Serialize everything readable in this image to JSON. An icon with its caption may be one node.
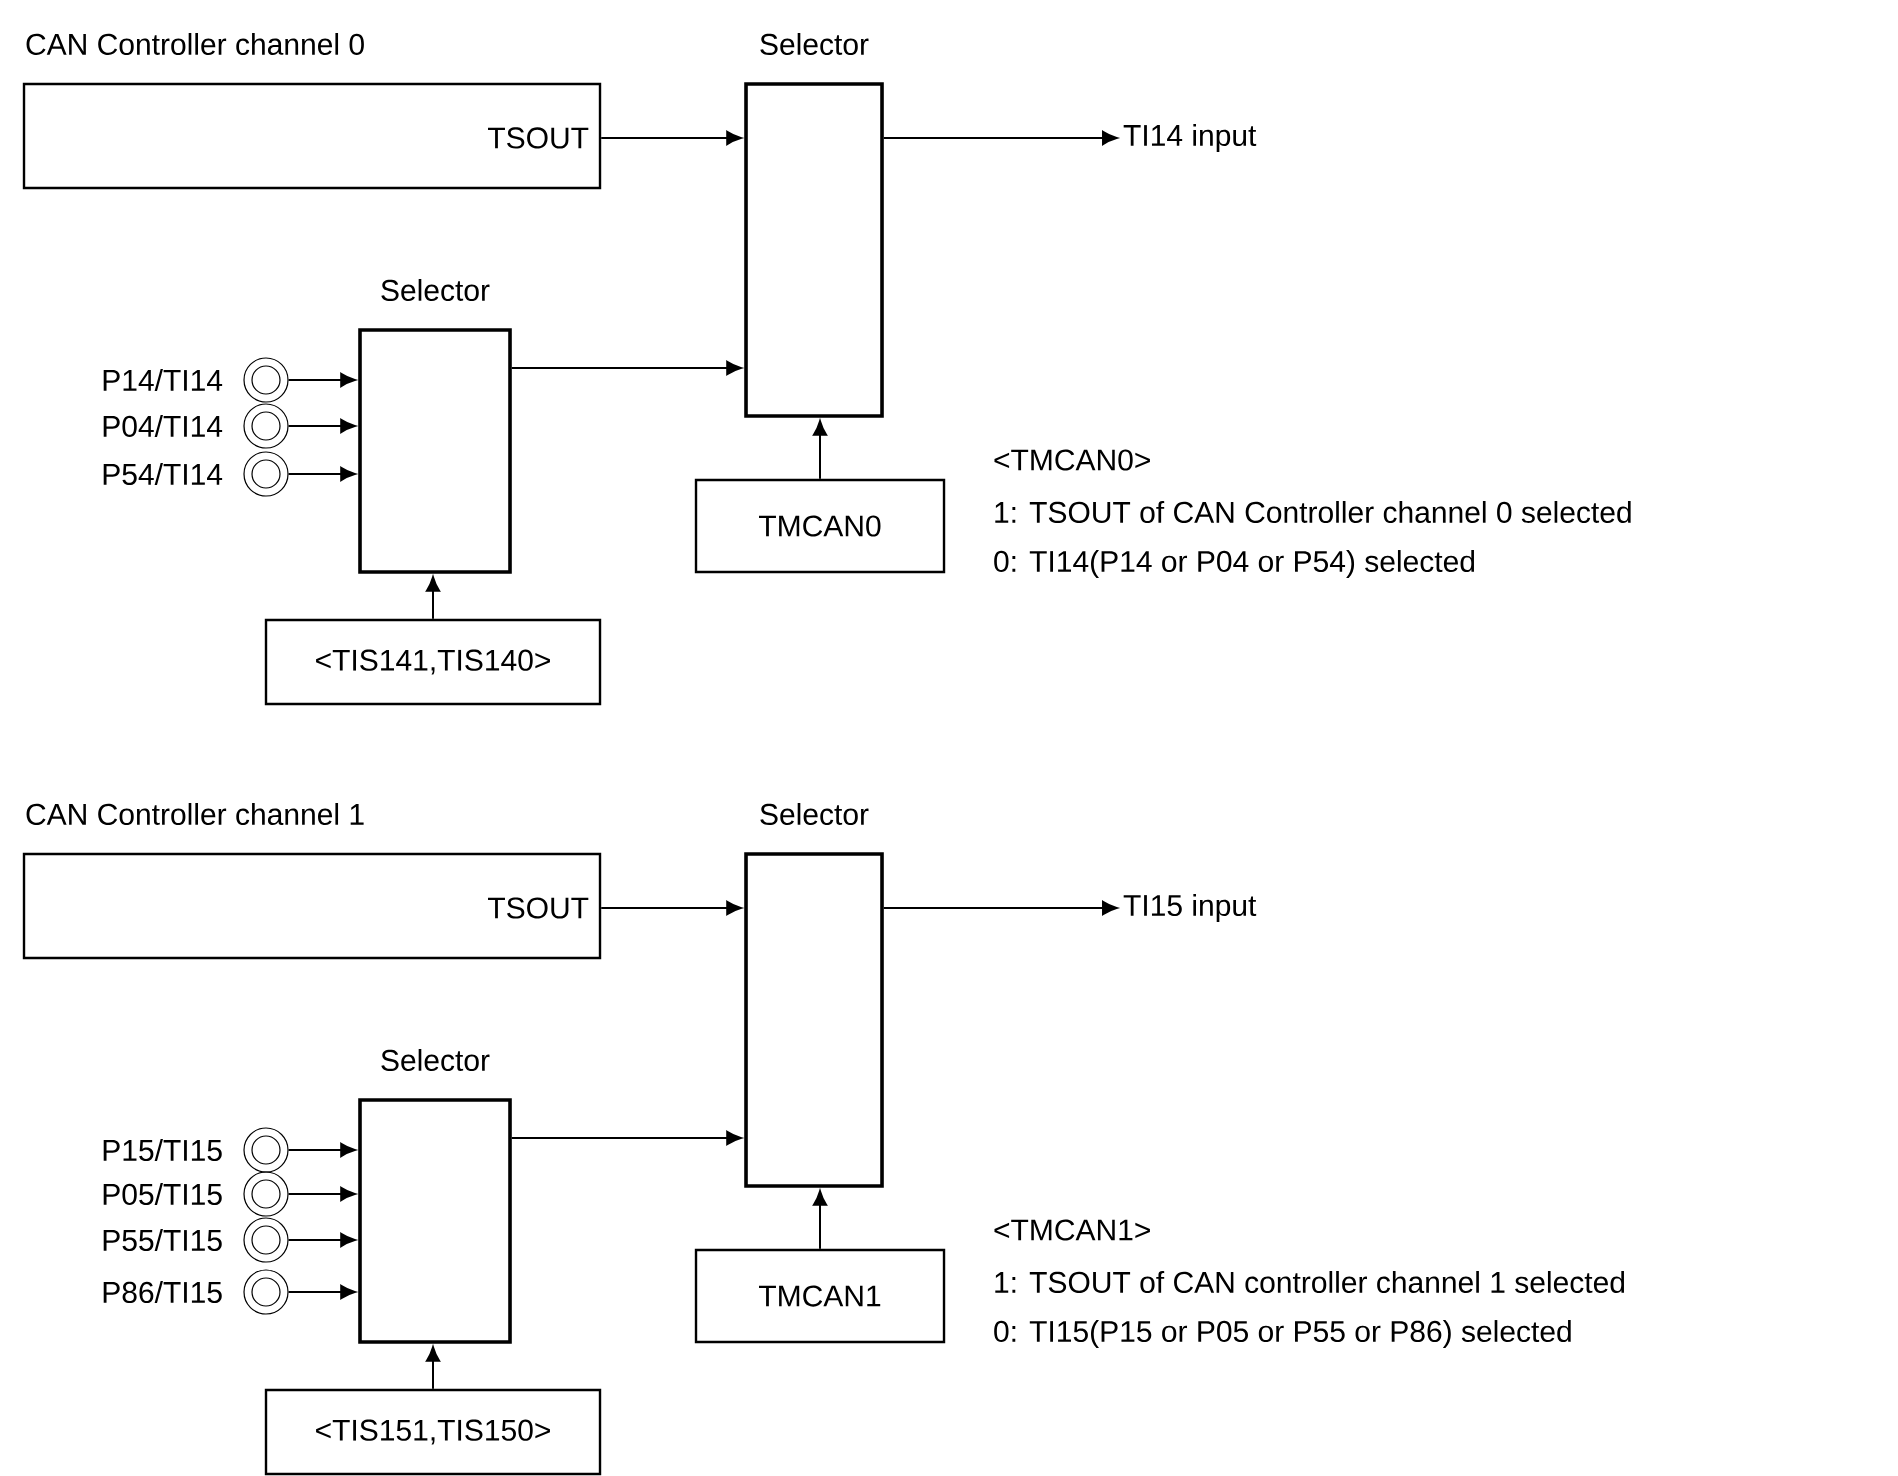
{
  "diagram": {
    "nodes": [
      {
        "text": [
          "CAN Controller channel 0",
          "TSOUT"
        ]
      },
      {
        "text": [
          "Selector"
        ]
      },
      {
        "text": [
          "TI14 input"
        ]
      },
      {
        "text": [
          "Selector"
        ]
      },
      {
        "text": [
          "P14/TI14"
        ]
      },
      {
        "text": [
          "P04/TI14"
        ]
      },
      {
        "text": [
          "P54/TI14"
        ]
      },
      {
        "text": [
          "TMCAN0"
        ]
      },
      {
        "text": [
          "<TIS141,TIS140>"
        ]
      },
      {
        "text": [
          "CAN Controller channel 1",
          "TSOUT"
        ]
      },
      {
        "text": [
          "Selector"
        ]
      },
      {
        "text": [
          "TI15 input"
        ]
      },
      {
        "text": [
          "Selector"
        ]
      },
      {
        "text": [
          "P15/TI15"
        ]
      },
      {
        "text": [
          "P05/TI15"
        ]
      },
      {
        "text": [
          "P55/TI15"
        ]
      },
      {
        "text": [
          "P86/TI15"
        ]
      },
      {
        "text": [
          "TMCAN1"
        ]
      },
      {
        "text": [
          "<TIS151,TIS150>"
        ]
      }
    ],
    "edges": [
      {
        "from": 0,
        "to": 1,
        "arrow": "to"
      },
      {
        "from": 1,
        "to": 2,
        "arrow": "to"
      },
      {
        "from": 3,
        "to": 1,
        "arrow": "to"
      },
      {
        "from": 4,
        "to": 3,
        "arrow": "to"
      },
      {
        "from": 5,
        "to": 3,
        "arrow": "to"
      },
      {
        "from": 6,
        "to": 3,
        "arrow": "to"
      },
      {
        "from": 7,
        "to": 1,
        "arrow": "to"
      },
      {
        "from": 8,
        "to": 3,
        "arrow": "to"
      },
      {
        "from": 9,
        "to": 10,
        "arrow": "to"
      },
      {
        "from": 10,
        "to": 11,
        "arrow": "to"
      },
      {
        "from": 12,
        "to": 10,
        "arrow": "to"
      },
      {
        "from": 13,
        "to": 12,
        "arrow": "to"
      },
      {
        "from": 14,
        "to": 12,
        "arrow": "to"
      },
      {
        "from": 15,
        "to": 12,
        "arrow": "to"
      },
      {
        "from": 16,
        "to": 12,
        "arrow": "to"
      },
      {
        "from": 17,
        "to": 10,
        "arrow": "to"
      },
      {
        "from": 18,
        "to": 12,
        "arrow": "to"
      }
    ],
    "labels": [
      "<TMCAN0>",
      "1: TSOUT of CAN Controller channel 0 selected",
      "0: TI14(P14 or P04 or P54) selected",
      "<TMCAN1>",
      "1: TSOUT of CAN controller channel 1 selected",
      "0: TI15(P15 or P05 or P55 or P86) selected"
    ]
  }
}
